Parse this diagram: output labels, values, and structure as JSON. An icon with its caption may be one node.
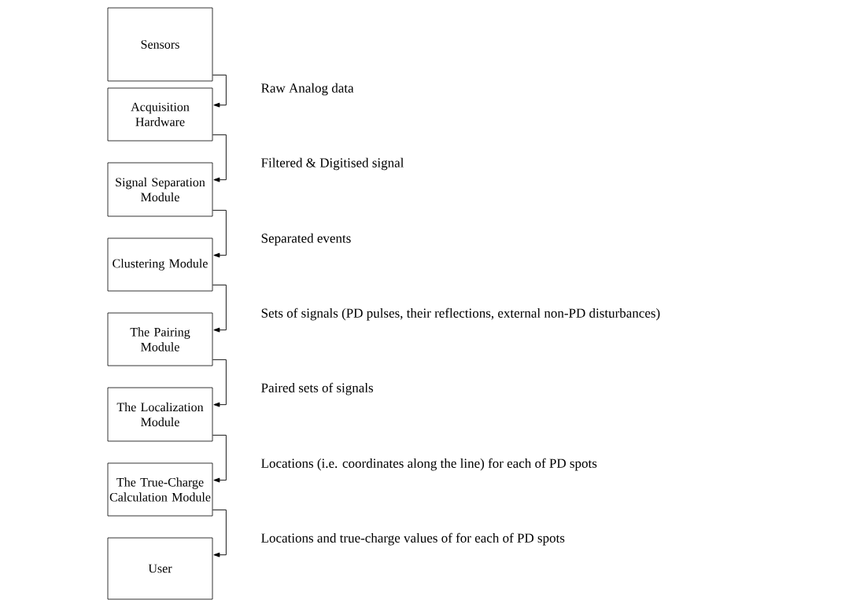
{
  "diagram": {
    "nodes": [
      {
        "text": [
          "Sensors"
        ]
      },
      {
        "text": [
          "Acquisition Hardware"
        ]
      },
      {
        "text": [
          "Signal Separation Module"
        ]
      },
      {
        "text": [
          "Clustering Module"
        ]
      },
      {
        "text": [
          "The Pairing Module"
        ]
      },
      {
        "text": [
          "The Localization Module"
        ]
      },
      {
        "text": [
          "The True-Charge Calculation Module"
        ]
      },
      {
        "text": [
          "User"
        ]
      }
    ],
    "edges": [
      {
        "from": 0,
        "to": 1,
        "arrow": "to",
        "label": "Raw Analog data"
      },
      {
        "from": 1,
        "to": 2,
        "arrow": "to",
        "label": "Filtered & Digitised signal"
      },
      {
        "from": 2,
        "to": 3,
        "arrow": "to",
        "label": "Separated events"
      },
      {
        "from": 3,
        "to": 4,
        "arrow": "to",
        "label": "Sets of signals (PD pulses, their reflections, external non-PD disturbances)"
      },
      {
        "from": 4,
        "to": 5,
        "arrow": "to",
        "label": "Paired sets of signals"
      },
      {
        "from": 5,
        "to": 6,
        "arrow": "to",
        "label": "Locations (i.e. coordinates along the line) for each of PD spots"
      },
      {
        "from": 6,
        "to": 7,
        "arrow": "to",
        "label": "Locations and true-charge values of for each of PD spots"
      }
    ]
  }
}
